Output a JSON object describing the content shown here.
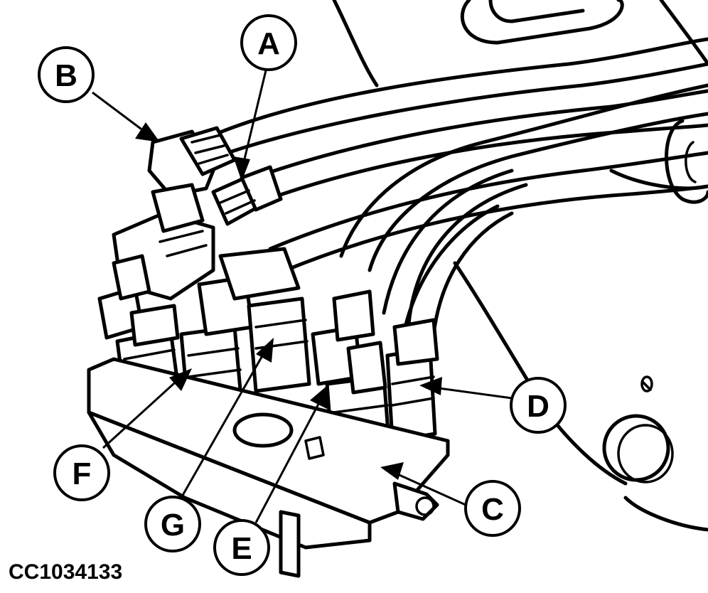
{
  "figure_id": "CC1034133",
  "callouts": [
    {
      "key": "A",
      "letter": "A"
    },
    {
      "key": "B",
      "letter": "B"
    },
    {
      "key": "C",
      "letter": "C"
    },
    {
      "key": "D",
      "letter": "D"
    },
    {
      "key": "E",
      "letter": "E"
    },
    {
      "key": "F",
      "letter": "F"
    },
    {
      "key": "G",
      "letter": "G"
    }
  ],
  "colors": {
    "ink": "#000000",
    "paper": "#ffffff"
  }
}
